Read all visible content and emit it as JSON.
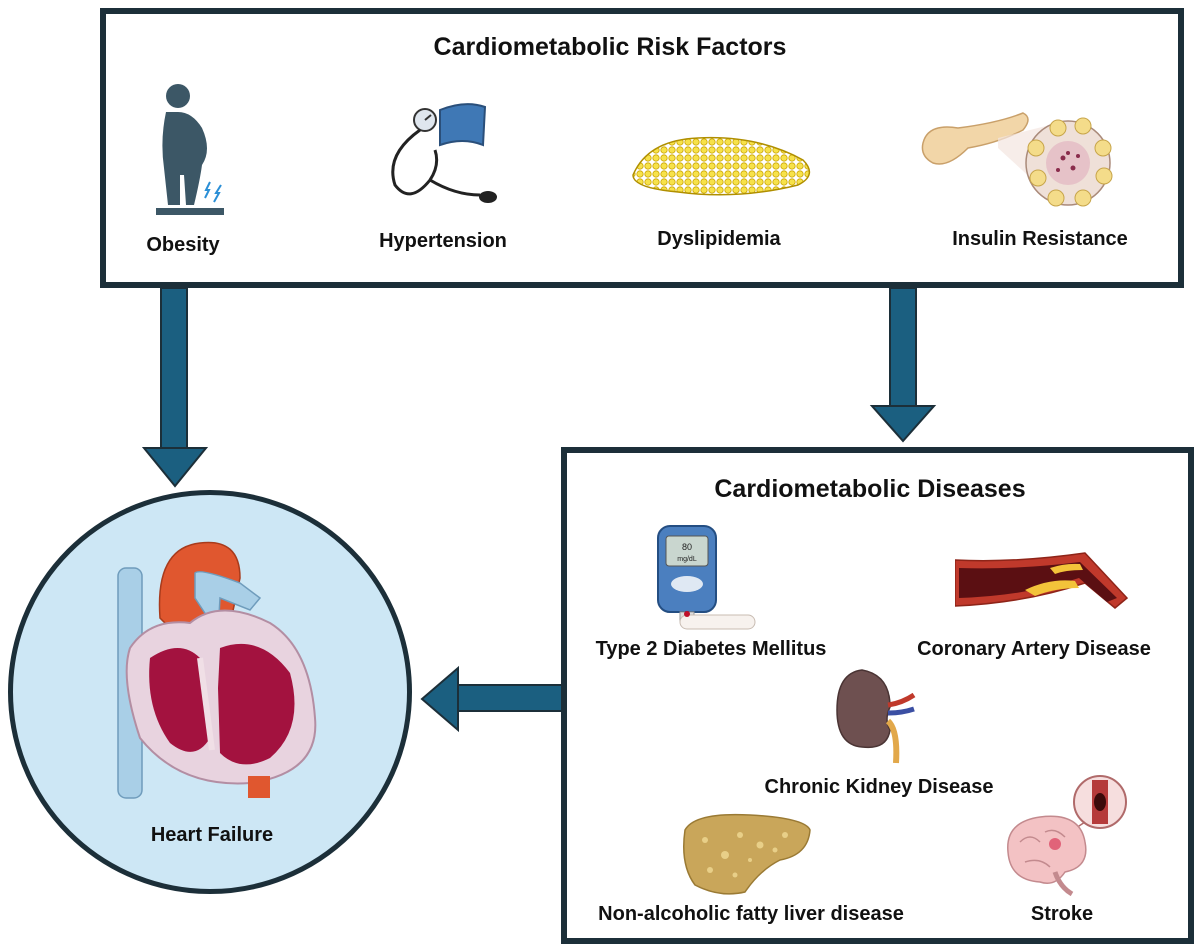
{
  "risk_factors": {
    "title": "Cardiometabolic Risk Factors",
    "items": [
      {
        "label": "Obesity",
        "icon": "obesity-scale-icon"
      },
      {
        "label": "Hypertension",
        "icon": "blood-pressure-cuff-icon"
      },
      {
        "label": "Dyslipidemia",
        "icon": "fat-tissue-icon"
      },
      {
        "label": "Insulin Resistance",
        "icon": "pancreas-icon"
      }
    ]
  },
  "diseases": {
    "title": "Cardiometabolic Diseases",
    "items": [
      {
        "label": "Type 2 Diabetes Mellitus",
        "icon": "glucose-meter-icon"
      },
      {
        "label": "Coronary Artery Disease",
        "icon": "artery-plaque-icon"
      },
      {
        "label": "Chronic Kidney Disease",
        "icon": "kidney-icon"
      },
      {
        "label": "Non-alcoholic fatty liver disease",
        "icon": "fatty-liver-icon"
      },
      {
        "label": "Stroke",
        "icon": "brain-icon"
      }
    ],
    "meter_reading": "80",
    "meter_unit": "mg/dL"
  },
  "outcome": {
    "label": "Heart Failure",
    "icon": "heart-icon"
  },
  "colors": {
    "border": "#1c2f39",
    "arrow": "#1b5f80",
    "circle_fill": "#cde7f5"
  }
}
